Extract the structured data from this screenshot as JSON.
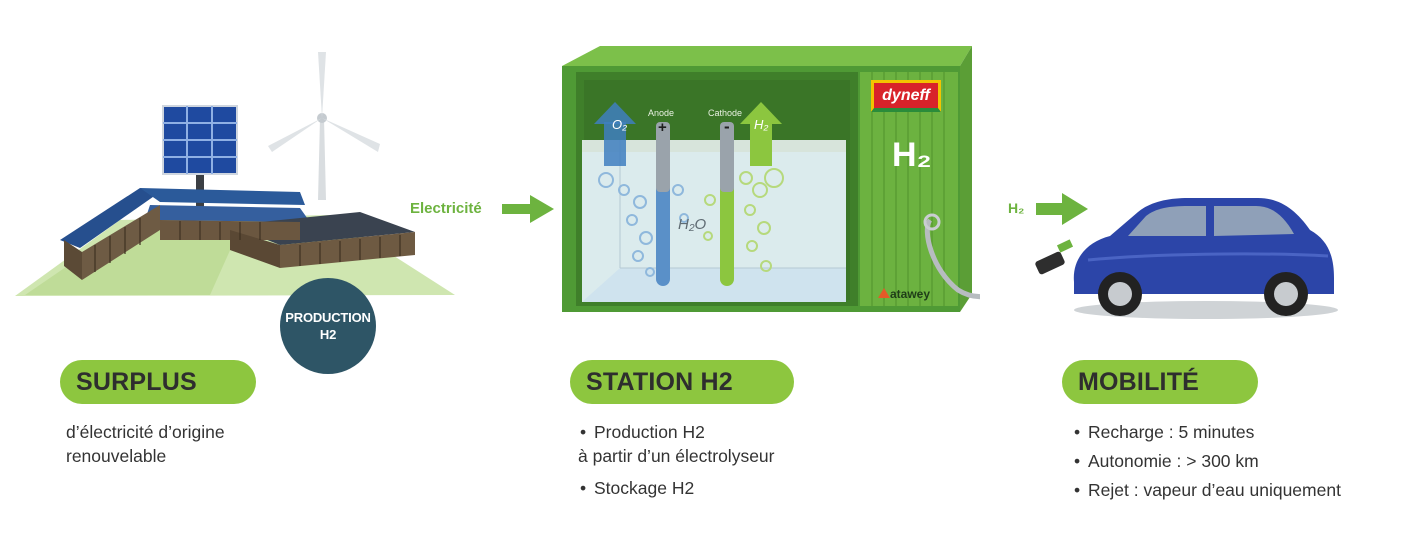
{
  "arrows": {
    "electricity_label": "Electricité",
    "h2_label": "H₂"
  },
  "badge": {
    "line1": "PRODUCTION",
    "line2": "H2"
  },
  "electrolyzer": {
    "anode_label": "Anode",
    "cathode_label": "Cathode",
    "plus_sign": "+",
    "minus_sign": "-",
    "o2_label": "O₂",
    "h2_label": "H₂",
    "water_label": "H₂O"
  },
  "container": {
    "h2_big_label": "H₂",
    "brand_logo_text": "dyneff",
    "maker_label": "atawey"
  },
  "sections": {
    "surplus": {
      "title": "SURPLUS",
      "description_line1": "d’électricité d’origine",
      "description_line2": "renouvelable"
    },
    "station": {
      "title": "STATION H2",
      "bullet1_line1": "Production H2",
      "bullet1_line2": "à partir d’un électrolyseur",
      "bullet2": "Stockage H2"
    },
    "mobility": {
      "title": "MOBILITÉ",
      "bullets": [
        "Recharge : 5 minutes",
        "Autonomie : > 300 km",
        "Rejet : vapeur d’eau uniquement"
      ]
    }
  },
  "colors": {
    "accent_green": "#8dc63f",
    "container_green": "#4f9a35",
    "badge_blue": "#2e5566",
    "car_blue": "#2c45a8"
  }
}
